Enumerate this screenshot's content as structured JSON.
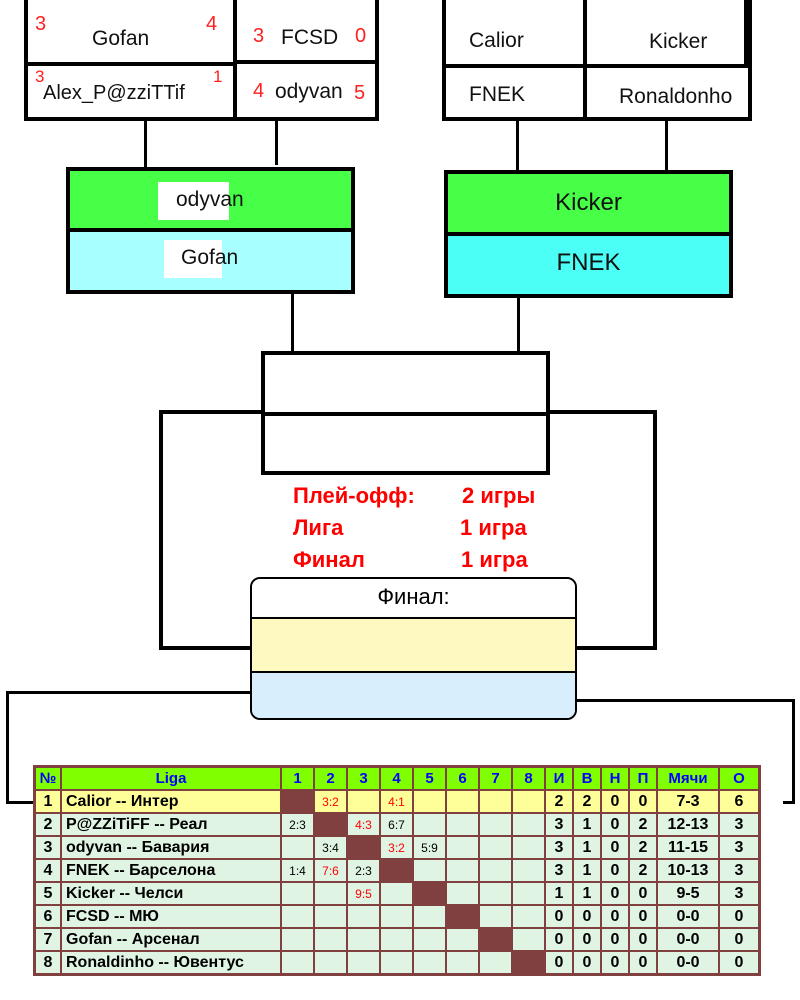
{
  "round1": {
    "left_group": {
      "match_a": {
        "top": {
          "name": "Gofan",
          "score_left": "3",
          "score_right": "4"
        },
        "bottom": {
          "name": "Alex_P@zziTTif",
          "score_left": "3",
          "score_right": "1"
        }
      },
      "match_b": {
        "top": {
          "name": "FCSD",
          "score_left": "3",
          "score_right": "0"
        },
        "bottom": {
          "name": "odyvan",
          "score_left": "4",
          "score_right": "5"
        }
      }
    },
    "right_group": {
      "match_a": {
        "top": {
          "name": "Calior"
        },
        "bottom": {
          "name": "FNEK"
        }
      },
      "match_b": {
        "top": {
          "name": "Kicker"
        },
        "bottom": {
          "name": "Ronaldonho"
        }
      }
    }
  },
  "semifinals": {
    "left": {
      "top": "odyvan",
      "bottom": "Gofan"
    },
    "right": {
      "top": "Kicker",
      "bottom": "FNEK"
    }
  },
  "rules": [
    {
      "label": "Плей-офф:",
      "value": "2 игры"
    },
    {
      "label": "Лига",
      "value": "1 игра"
    },
    {
      "label": "Финал",
      "value": "1 игра"
    }
  ],
  "final": {
    "title": "Финал:",
    "slot1": "",
    "slot2": ""
  },
  "colors": {
    "semi_winner": "#46ff46",
    "semi_left_loser": "#a8ffff",
    "semi_right_loser": "#4cfff6",
    "table_header": "#80ff00",
    "table_border": "#804040",
    "leader_row": "#ffff99",
    "score_red": "#ff0000"
  },
  "table": {
    "headers": [
      "№",
      "Liga",
      "1",
      "2",
      "3",
      "4",
      "5",
      "6",
      "7",
      "8",
      "И",
      "В",
      "Н",
      "П",
      "Мячи",
      "О"
    ],
    "rows": [
      {
        "n": "1",
        "team": "Calior -- Интер",
        "results": [
          "",
          "3:2",
          "",
          "4:1",
          "",
          "",
          "",
          ""
        ],
        "wins_mask": [
          0,
          1,
          0,
          1,
          0,
          0,
          0,
          0
        ],
        "played": "2",
        "won": "2",
        "drawn": "0",
        "lost": "0",
        "goals": "7-3",
        "points": "6"
      },
      {
        "n": "2",
        "team": "P@ZZiTiFF -- Реал",
        "results": [
          "2:3",
          "",
          "4:3",
          "6:7",
          "",
          "",
          "",
          ""
        ],
        "wins_mask": [
          0,
          0,
          1,
          0,
          0,
          0,
          0,
          0
        ],
        "played": "3",
        "won": "1",
        "drawn": "0",
        "lost": "2",
        "goals": "12-13",
        "points": "3"
      },
      {
        "n": "3",
        "team": "odyvan -- Бавария",
        "results": [
          "",
          "3:4",
          "",
          "3:2",
          "5:9",
          "",
          "",
          ""
        ],
        "wins_mask": [
          0,
          0,
          0,
          1,
          0,
          0,
          0,
          0
        ],
        "played": "3",
        "won": "1",
        "drawn": "0",
        "lost": "2",
        "goals": "11-15",
        "points": "3"
      },
      {
        "n": "4",
        "team": "FNEK -- Барселона",
        "results": [
          "1:4",
          "7:6",
          "2:3",
          "",
          "",
          "",
          "",
          ""
        ],
        "wins_mask": [
          0,
          1,
          0,
          0,
          0,
          0,
          0,
          0
        ],
        "played": "3",
        "won": "1",
        "drawn": "0",
        "lost": "2",
        "goals": "10-13",
        "points": "3"
      },
      {
        "n": "5",
        "team": "Kicker -- Челси",
        "results": [
          "",
          "",
          "9:5",
          "",
          "",
          "",
          "",
          ""
        ],
        "wins_mask": [
          0,
          0,
          1,
          0,
          0,
          0,
          0,
          0
        ],
        "played": "1",
        "won": "1",
        "drawn": "0",
        "lost": "0",
        "goals": "9-5",
        "points": "3"
      },
      {
        "n": "6",
        "team": "FCSD -- МЮ",
        "results": [
          "",
          "",
          "",
          "",
          "",
          "",
          "",
          ""
        ],
        "wins_mask": [
          0,
          0,
          0,
          0,
          0,
          0,
          0,
          0
        ],
        "played": "0",
        "won": "0",
        "drawn": "0",
        "lost": "0",
        "goals": "0-0",
        "points": "0"
      },
      {
        "n": "7",
        "team": "Gofan --  Арсенал",
        "results": [
          "",
          "",
          "",
          "",
          "",
          "",
          "",
          ""
        ],
        "wins_mask": [
          0,
          0,
          0,
          0,
          0,
          0,
          0,
          0
        ],
        "played": "0",
        "won": "0",
        "drawn": "0",
        "lost": "0",
        "goals": "0-0",
        "points": "0"
      },
      {
        "n": "8",
        "team": "Ronaldinho -- Ювентус",
        "results": [
          "",
          "",
          "",
          "",
          "",
          "",
          "",
          ""
        ],
        "wins_mask": [
          0,
          0,
          0,
          0,
          0,
          0,
          0,
          0
        ],
        "played": "0",
        "won": "0",
        "drawn": "0",
        "lost": "0",
        "goals": "0-0",
        "points": "0"
      }
    ]
  }
}
